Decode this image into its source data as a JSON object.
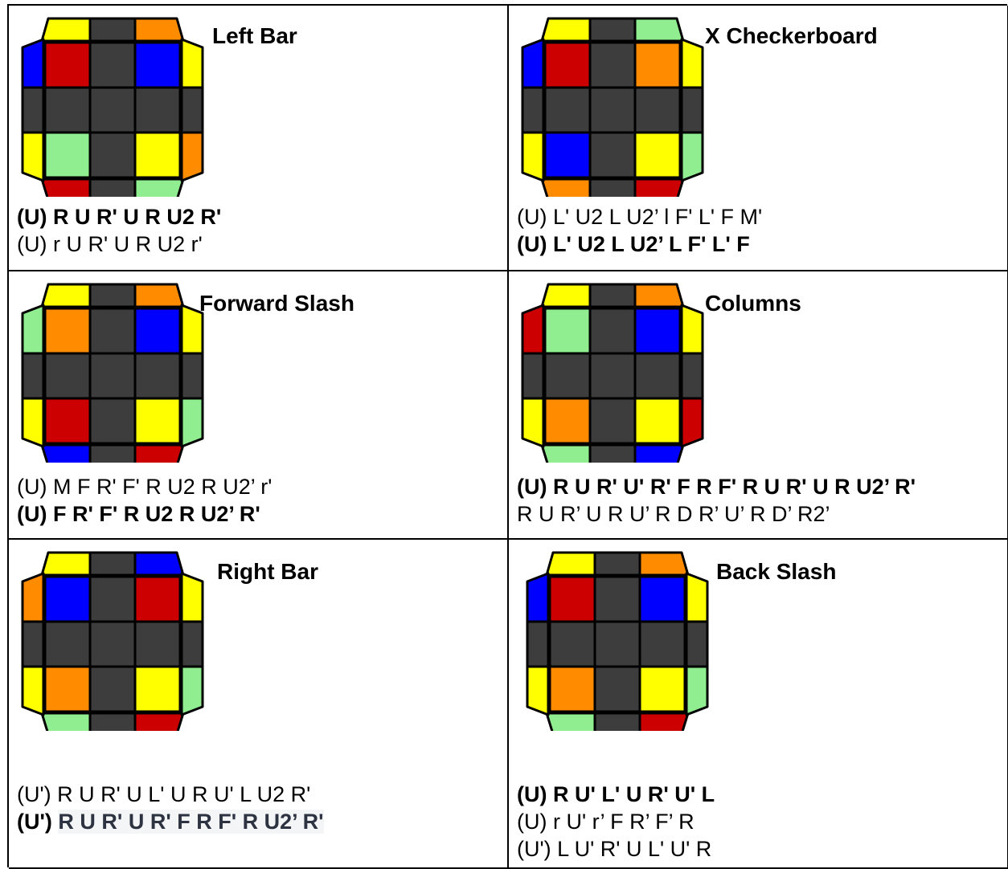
{
  "colors": {
    "Y": "#ffff00",
    "O": "#ff8c00",
    "B": "#0000ff",
    "R": "#cc0000",
    "G": "#90ee90",
    "K": "#3d3d3d",
    "line": "#000000"
  },
  "cases": [
    {
      "title": "Left Bar",
      "cube": {
        "top": [
          "Y",
          "K",
          "O"
        ],
        "bottom": [
          "R",
          "K",
          "G"
        ],
        "left": [
          "B",
          "K",
          "Y"
        ],
        "right": [
          "Y",
          "K",
          "O"
        ],
        "face": [
          [
            "R",
            "K",
            "B"
          ],
          [
            "K",
            "K",
            "K"
          ],
          [
            "G",
            "K",
            "Y"
          ]
        ]
      },
      "lines": [
        {
          "text": "(U) R U R' U R U2 R'",
          "bold": true
        },
        {
          "text": "(U) r U R' U R U2 r'",
          "bold": false
        }
      ]
    },
    {
      "title": "X Checkerboard",
      "cube": {
        "top": [
          "Y",
          "K",
          "G"
        ],
        "bottom": [
          "O",
          "K",
          "R"
        ],
        "left": [
          "B",
          "K",
          "Y"
        ],
        "right": [
          "Y",
          "K",
          "G"
        ],
        "face": [
          [
            "R",
            "K",
            "O"
          ],
          [
            "K",
            "K",
            "K"
          ],
          [
            "B",
            "K",
            "Y"
          ]
        ]
      },
      "lines": [
        {
          "text": "(U) L' U2 L U2’ l F' L' F M'",
          "bold": false
        },
        {
          "text": "(U) L' U2 L U2’ L F' L' F",
          "bold": true
        }
      ]
    },
    {
      "title": "Forward Slash",
      "cube": {
        "top": [
          "Y",
          "K",
          "O"
        ],
        "bottom": [
          "B",
          "K",
          "R"
        ],
        "left": [
          "G",
          "K",
          "Y"
        ],
        "right": [
          "Y",
          "K",
          "G"
        ],
        "face": [
          [
            "O",
            "K",
            "B"
          ],
          [
            "K",
            "K",
            "K"
          ],
          [
            "R",
            "K",
            "Y"
          ]
        ]
      },
      "lines": [
        {
          "text": "(U) M F R' F' R U2 R U2’ r'",
          "bold": false
        },
        {
          "text": "(U) F R' F' R U2 R U2’ R'",
          "bold": true
        }
      ]
    },
    {
      "title": "Columns",
      "cube": {
        "top": [
          "Y",
          "K",
          "O"
        ],
        "bottom": [
          "G",
          "K",
          "B"
        ],
        "left": [
          "R",
          "K",
          "Y"
        ],
        "right": [
          "Y",
          "K",
          "R"
        ],
        "face": [
          [
            "G",
            "K",
            "B"
          ],
          [
            "K",
            "K",
            "K"
          ],
          [
            "O",
            "K",
            "Y"
          ]
        ]
      },
      "lines": [
        {
          "text": "(U) R U R' U' R' F R F' R U R' U R U2’ R'",
          "bold": true
        },
        {
          "text": "R U R’ U R U’ R D R’ U’ R D’ R2’",
          "bold": false
        }
      ]
    },
    {
      "title": "Right Bar",
      "cube": {
        "top": [
          "Y",
          "K",
          "B"
        ],
        "bottom": [
          "G",
          "K",
          "R"
        ],
        "left": [
          "O",
          "K",
          "Y"
        ],
        "right": [
          "Y",
          "K",
          "G"
        ],
        "face": [
          [
            "B",
            "K",
            "R"
          ],
          [
            "K",
            "K",
            "K"
          ],
          [
            "O",
            "K",
            "Y"
          ]
        ]
      },
      "lines": [
        {
          "text": "(U') R U R' U L' U R U' L U2 R'",
          "bold": false
        },
        {
          "prefix": "(U') ",
          "text": "R U R' U R' F R F' R U2’ R'",
          "bold": true,
          "highlight": true
        }
      ]
    },
    {
      "title": "Back Slash",
      "cube": {
        "top": [
          "Y",
          "K",
          "O"
        ],
        "bottom": [
          "G",
          "K",
          "R"
        ],
        "left": [
          "B",
          "K",
          "Y"
        ],
        "right": [
          "Y",
          "K",
          "G"
        ],
        "face": [
          [
            "R",
            "K",
            "B"
          ],
          [
            "K",
            "K",
            "K"
          ],
          [
            "O",
            "K",
            "Y"
          ]
        ]
      },
      "lines": [
        {
          "text": "(U) R U' L' U R' U' L",
          "bold": true
        },
        {
          "text": "(U) r U' r’ F R’ F’ R",
          "bold": false
        },
        {
          "text": "(U') L U' R' U L' U' R",
          "bold": false
        }
      ]
    }
  ]
}
